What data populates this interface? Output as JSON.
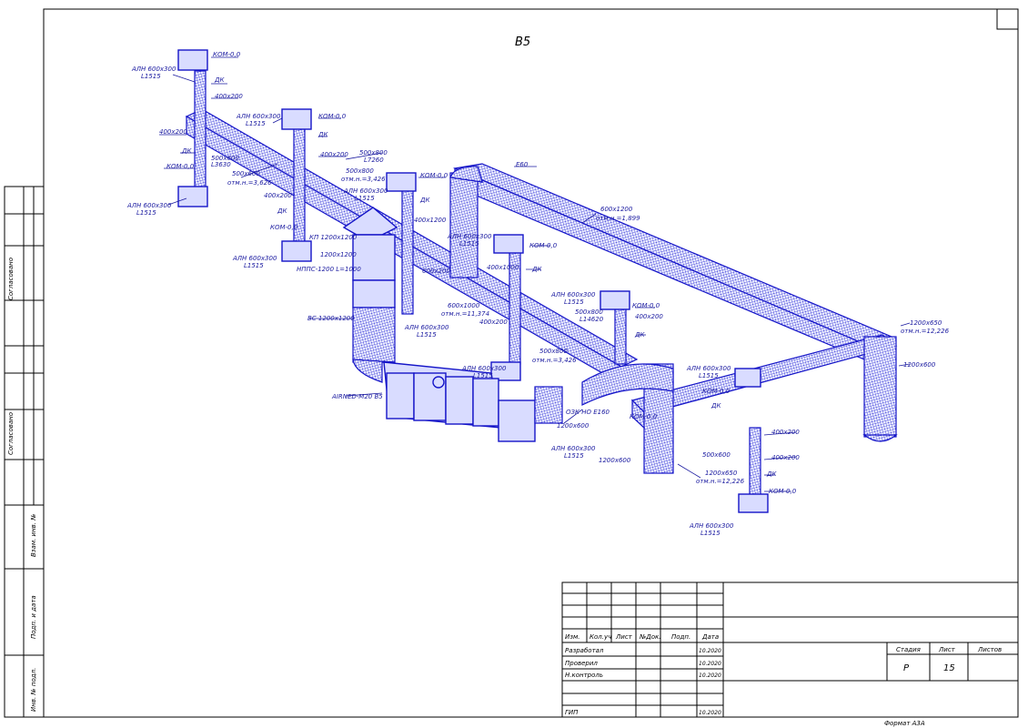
{
  "sheet_title": "В5",
  "frame_sidebar": {
    "labels": [
      "Согласовано",
      "Согласовано",
      "Взам. инв. №",
      "Подп. и дата",
      "Инв. № подл."
    ]
  },
  "labels": {
    "alh_top": "АЛН 600х300",
    "alh_top_l": "L1515",
    "kom_top": "КОМ-0,0",
    "dk_top": "ДК",
    "d400_top": "400х200",
    "d400_left": "400х200",
    "dk_left": "ДК",
    "kom_left": "КОМ-0,0",
    "d500x600": "500х600",
    "l3630": "L3630",
    "d500x600b": "500х600",
    "otm_3626": "отм.н.=3,626",
    "alh_left": "АЛН 600х300",
    "alh_left_l": "L1515",
    "alh_2": "АЛН 600х300",
    "alh_2_l": "L1515",
    "kom_2": "КОМ-0,0",
    "dk_2": "ДК",
    "d400_2": "400х200",
    "d500x800": "500х800",
    "l7260": "L7260",
    "d500x800b": "500х800",
    "otm_3426": "отм.н.=3,426",
    "alh_3": "АЛН 600х300",
    "alh_3_l": "L1515",
    "d400_3": "400х200",
    "dk_3": "ДК",
    "kom_3": "КОМ-0,0",
    "kom_4": "КОМ-0,0",
    "dk_4": "ДК",
    "d400x1200": "400х1200",
    "alh_4": "АЛН 600х300",
    "alh_4_l": "L1515",
    "kp": "КП 1200х1200",
    "d1200": "1200х1200",
    "npps": "НППС-1200 L=1000",
    "e60": "Е60",
    "d600x1200": "600х1200",
    "otm_1899": "отм.н.=1,899",
    "alh_5": "АЛН 600х300",
    "alh_5_l": "L1515",
    "kom_5": "КОМ-0,0",
    "d400x1000": "400х1000",
    "dk_5": "ДК",
    "d600x200": "600х200",
    "alh_6": "АЛН 600х300",
    "alh_6_l": "L1515",
    "kom_6": "КОМ-0,0",
    "d500x800c": "500х800",
    "l14620": "L14620",
    "d400_6": "400х200",
    "dk_6": "ДК",
    "d600x1000": "600х1000",
    "otm_11374": "отм.н.=11,374",
    "d400_7": "400х200",
    "vs": "ВС 1200х1200",
    "alh_7": "АЛН 600х300",
    "alh_7_l": "L1515",
    "d500x800d": "500х800",
    "otm_3426b": "отм.н.=3,426",
    "alh_8": "АЛН 600х300",
    "alh_8_l": "L1515",
    "airned": "AIRNED-M20 В5",
    "ozk": "ОЗК НО Е160",
    "d1200x600": "1200х600",
    "kom_8": "КОМ-0,0",
    "alh_9": "АЛН 600х300",
    "alh_9_l": "L1515",
    "d1200x600b": "1200х600",
    "alh_10": "АЛН 600х300",
    "alh_10_l": "L1515",
    "kom_10": "КОМ-0,0",
    "dk_10": "ДК",
    "d1200x650": "1200х650",
    "otm_12226": "отм.н.=12,226",
    "d1200x600c": "1200х600",
    "d400_11": "400х200",
    "d500x600c": "500х600",
    "d400_12": "400х200",
    "d1200x650b": "1200х650",
    "otm_12226b": "отм.н.=12,226",
    "dk_12": "ДК",
    "kom_12": "КОМ-0,0",
    "alh_12": "АЛН 600х300",
    "alh_12_l": "L1515"
  },
  "title_block": {
    "headers": [
      "Изм.",
      "Кол.уч",
      "Лист",
      "№Док.",
      "Подп.",
      "Дата"
    ],
    "rows": [
      {
        "role": "Разработал",
        "date": "10.2020"
      },
      {
        "role": "Проверил",
        "date": "10.2020"
      },
      {
        "role": "Н.контроль",
        "date": "10.2020"
      },
      {
        "role": "",
        "date": ""
      },
      {
        "role": "ГИП",
        "date": "10.2020"
      }
    ],
    "stage_label": "Стадия",
    "sheet_label": "Лист",
    "sheets_label": "Листов",
    "stage_value": "Р",
    "sheet_value": "15",
    "sheets_value": "",
    "format": "Формат А3А"
  }
}
